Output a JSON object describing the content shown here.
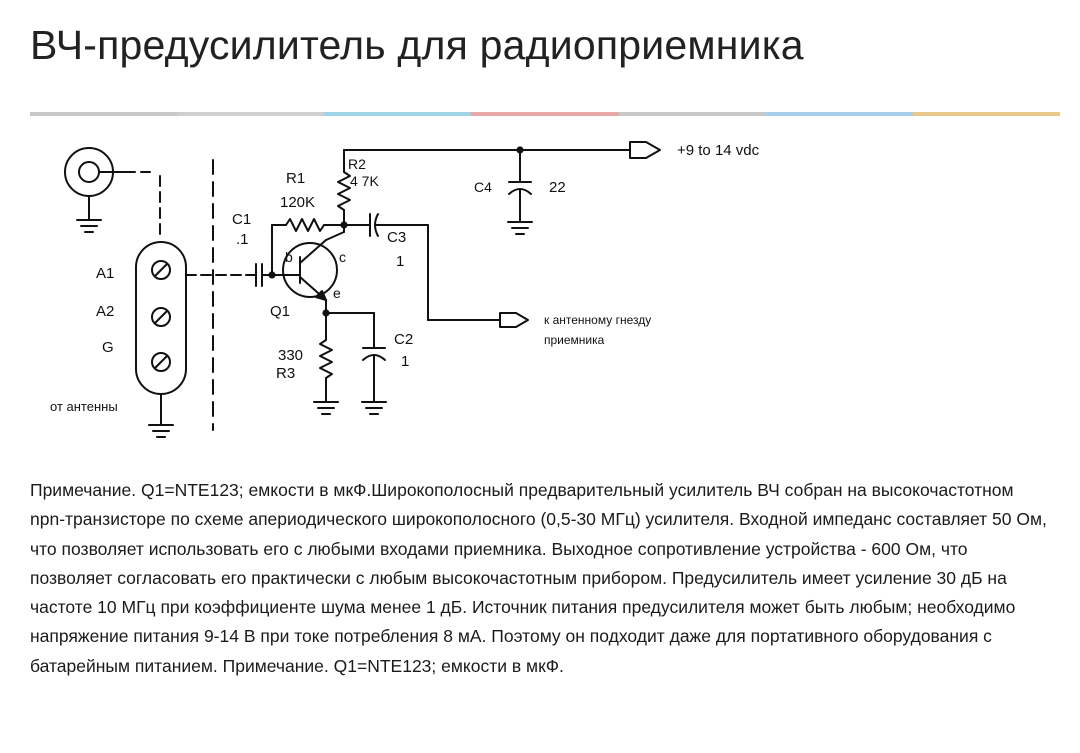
{
  "page": {
    "title": "ВЧ-предусилитель для радиоприемника",
    "divider_colors": [
      "#c8c8c8",
      "#cfcfcf",
      "#9fd3e6",
      "#e9a8a8",
      "#c8c8c8",
      "#a8cde8",
      "#e8c98a"
    ]
  },
  "schematic": {
    "supply_label": "+9 to 14 vdc",
    "output_label_line1": "к антенному гнезду",
    "output_label_line2": "приемника",
    "antenna_label": "от антенны",
    "terminals": {
      "a1": "A1",
      "a2": "A2",
      "g": "G"
    },
    "c1": {
      "name": "C1",
      "value": ".1"
    },
    "r1": {
      "name": "R1",
      "value": "120K"
    },
    "r2": {
      "name": "R2",
      "value": "4 7K"
    },
    "c3": {
      "name": "C3",
      "value": "1"
    },
    "c4": {
      "name": "C4",
      "value": "22"
    },
    "q1": {
      "name": "Q1",
      "pin_b": "b",
      "pin_c": "c",
      "pin_e": "e"
    },
    "r3": {
      "name": "R3",
      "value": "330"
    },
    "c2": {
      "name": "C2",
      "value": "1"
    }
  },
  "note": {
    "text": "Примечание. Q1=NTE123; емкости в мкФ.Широкополосный предварительный усилитель ВЧ собран на высокочастотном npn-транзисторе по схеме апериодического широкополосного (0,5-30 МГц) усилителя. Входной импеданс составляет 50 Ом, что позволяет использовать его с любыми входами приемника. Выходное сопротивление устройства - 600 Ом, что позволяет согласовать его практически с любым высокочастотным прибором. Предусилитель имеет усиление 30 дБ на частоте 10 МГц при коэффициенте шума менее 1 дБ. Источник питания предусилителя может быть любым; необходимо напряжение питания 9-14 В при токе потребления 8 мА. Поэтому он подходит даже для портативного оборудования с батарейным питанием. Примечание. Q1=NTE123; емкости в мкФ."
  }
}
